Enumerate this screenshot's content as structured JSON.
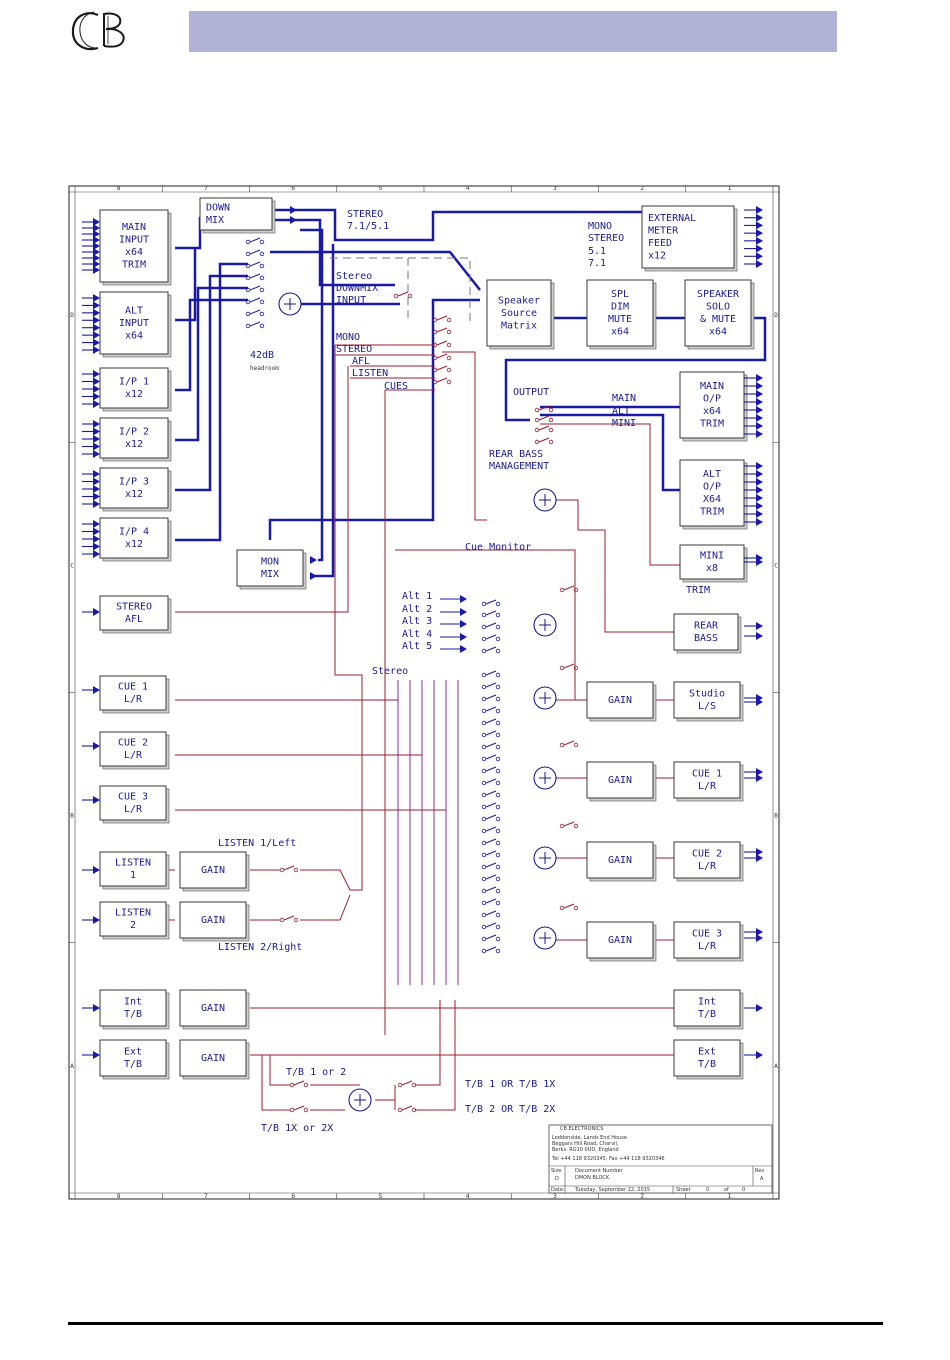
{
  "logo": {
    "text": "CB"
  },
  "colors": {
    "banner": "#b1b2d6",
    "bus_blue": "#1a1aa8",
    "signal_red": "#9a1f2f",
    "text_blue": "#1c1c8a"
  },
  "diagram": {
    "frame_cols": [
      "8",
      "7",
      "6",
      "5",
      "4",
      "3",
      "2",
      "1"
    ],
    "frame_rows": [
      "D",
      "C",
      "B",
      "A"
    ],
    "blocks": {
      "down_mix": [
        "DOWN",
        "MIX"
      ],
      "main_input": [
        "MAIN",
        "INPUT",
        "x64",
        "TRIM"
      ],
      "alt_input": [
        "ALT",
        "INPUT",
        "x64"
      ],
      "ip1": [
        "I/P 1",
        "x12"
      ],
      "ip2": [
        "I/P 2",
        "x12"
      ],
      "ip3": [
        "I/P 3",
        "x12"
      ],
      "ip4": [
        "I/P 4",
        "x12"
      ],
      "mon_mix": [
        "MON",
        "MIX"
      ],
      "stereo_afl": [
        "STEREO",
        "AFL"
      ],
      "cue1_in": [
        "CUE 1",
        "L/R"
      ],
      "cue2_in": [
        "CUE 2",
        "L/R"
      ],
      "cue3_in": [
        "CUE 3",
        "L/R"
      ],
      "listen1": [
        "LISTEN",
        "1"
      ],
      "listen2": [
        "LISTEN",
        "2"
      ],
      "gain_l1": [
        "GAIN"
      ],
      "gain_l2": [
        "GAIN"
      ],
      "int_tb": [
        "Int",
        "T/B"
      ],
      "ext_tb": [
        "Ext",
        "T/B"
      ],
      "gain_int": [
        "GAIN"
      ],
      "gain_ext": [
        "GAIN"
      ],
      "external_meter": [
        "EXTERNAL",
        "METER",
        "FEED",
        "x12"
      ],
      "speaker_source": [
        "Speaker",
        "Source",
        "Matrix"
      ],
      "spl_dim": [
        "SPL",
        "DIM",
        "MUTE",
        "x64"
      ],
      "speaker_solo": [
        "SPEAKER",
        "SOLO",
        "& MUTE",
        "x64"
      ],
      "main_op": [
        "MAIN",
        "O/P",
        "x64",
        "TRIM"
      ],
      "alt_op": [
        "ALT",
        "O/P",
        "X64",
        "TRIM"
      ],
      "mini_op": [
        "MINI",
        "x8"
      ],
      "rear_bass": [
        "REAR",
        "BASS"
      ],
      "gain_studio": [
        "GAIN"
      ],
      "gain_cue1": [
        "GAIN"
      ],
      "gain_cue2": [
        "GAIN"
      ],
      "gain_cue3": [
        "GAIN"
      ],
      "studio_ls": [
        "Studio",
        "L/S"
      ],
      "cue1_out": [
        "CUE 1",
        "L/R"
      ],
      "cue2_out": [
        "CUE 2",
        "L/R"
      ],
      "cue3_out": [
        "CUE 3",
        "L/R"
      ],
      "int_tb_out": [
        "Int",
        "T/B"
      ],
      "ext_tb_out": [
        "Ext",
        "T/B"
      ]
    },
    "labels": {
      "stereo_71": [
        "STEREO",
        "7.1/5.1"
      ],
      "format_list": [
        "MONO",
        "STEREO",
        "5.1",
        "7.1"
      ],
      "src_stereo": "Stereo",
      "src_downmix": "DOWNMIX",
      "src_input": "INPUT",
      "db42": "42dB",
      "db42_sub": "headroom",
      "src_mono": "MONO",
      "src_stereo2": "STEREO",
      "src_afl": "AFL",
      "src_listen": "LISTEN",
      "src_cues": "CUES",
      "output": "OUTPUT",
      "out_main": "MAIN",
      "out_alt": "ALT",
      "out_mini": "MINI",
      "rear_bass_mgmt": [
        "REAR BASS",
        "MANAGEMENT"
      ],
      "mini_trim": "TRIM",
      "cue_monitor": "Cue Monitor",
      "alts": [
        "Alt 1",
        "Alt 2",
        "Alt 3",
        "Alt 4",
        "Alt 5"
      ],
      "stereo_bus": "Stereo",
      "listen1_left": "LISTEN 1/Left",
      "listen2_right": "LISTEN 2/Right",
      "tb_1or2": "T/B 1 or 2",
      "tb_1x2x": "T/B 1X or 2X",
      "tb1_or_1x": "T/B 1 OR T/B 1X",
      "tb2_or_2x": "T/B 2 OR T/B 2X"
    },
    "title_block": {
      "company": "CB ELECTRONICS",
      "address": [
        "Loddonside, Lands End House",
        "Beggars Hill Road, Charvil,",
        "Berks. RG10 0UD, England",
        "Tel +44 118 9320345, Fax +44 118 9320346"
      ],
      "size_label": "Size",
      "size_value": "D",
      "docnum_label": "Document Number",
      "docnum_value": "DMON BLOCK",
      "rev_label": "Rev",
      "rev_value": "A",
      "date_label": "Date:",
      "date_value": "Tuesday, September 22, 2015",
      "sheet_label": "Sheet",
      "sheet_value": "0",
      "of_label": "of",
      "of_value": "0"
    }
  }
}
